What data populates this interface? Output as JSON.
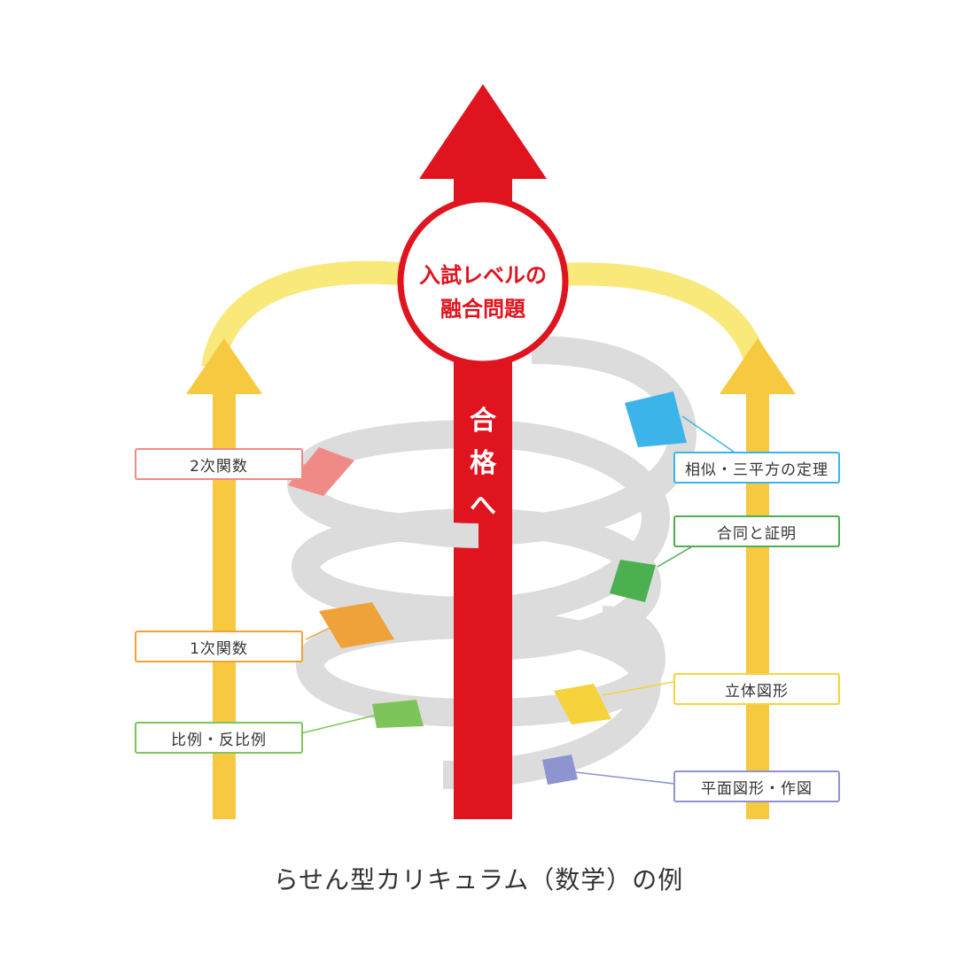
{
  "goal": {
    "line1": "入試レベルの",
    "line2": "融合問題"
  },
  "arrow_text": [
    "合",
    "格",
    "へ"
  ],
  "labels": {
    "quadratic": "2次関数",
    "similarity": "相似・三平方の定理",
    "congruence": "合同と証明",
    "linear": "1次関数",
    "solid": "立体図形",
    "proportion": "比例・反比例",
    "plane": "平面図形・作図"
  },
  "colors": {
    "red": "#e0141e",
    "yellow_arc": "#f8e97a",
    "yellow_arrow": "#f7c940",
    "spiral": "#dcdcdc",
    "quadratic": "#ef8a86",
    "similarity": "#3db4e9",
    "congruence": "#4caf50",
    "linear": "#f0a23a",
    "solid": "#f6d33c",
    "proportion": "#7dc55a",
    "plane": "#8e94d0"
  },
  "caption": "らせん型カリキュラム（数学）の例"
}
